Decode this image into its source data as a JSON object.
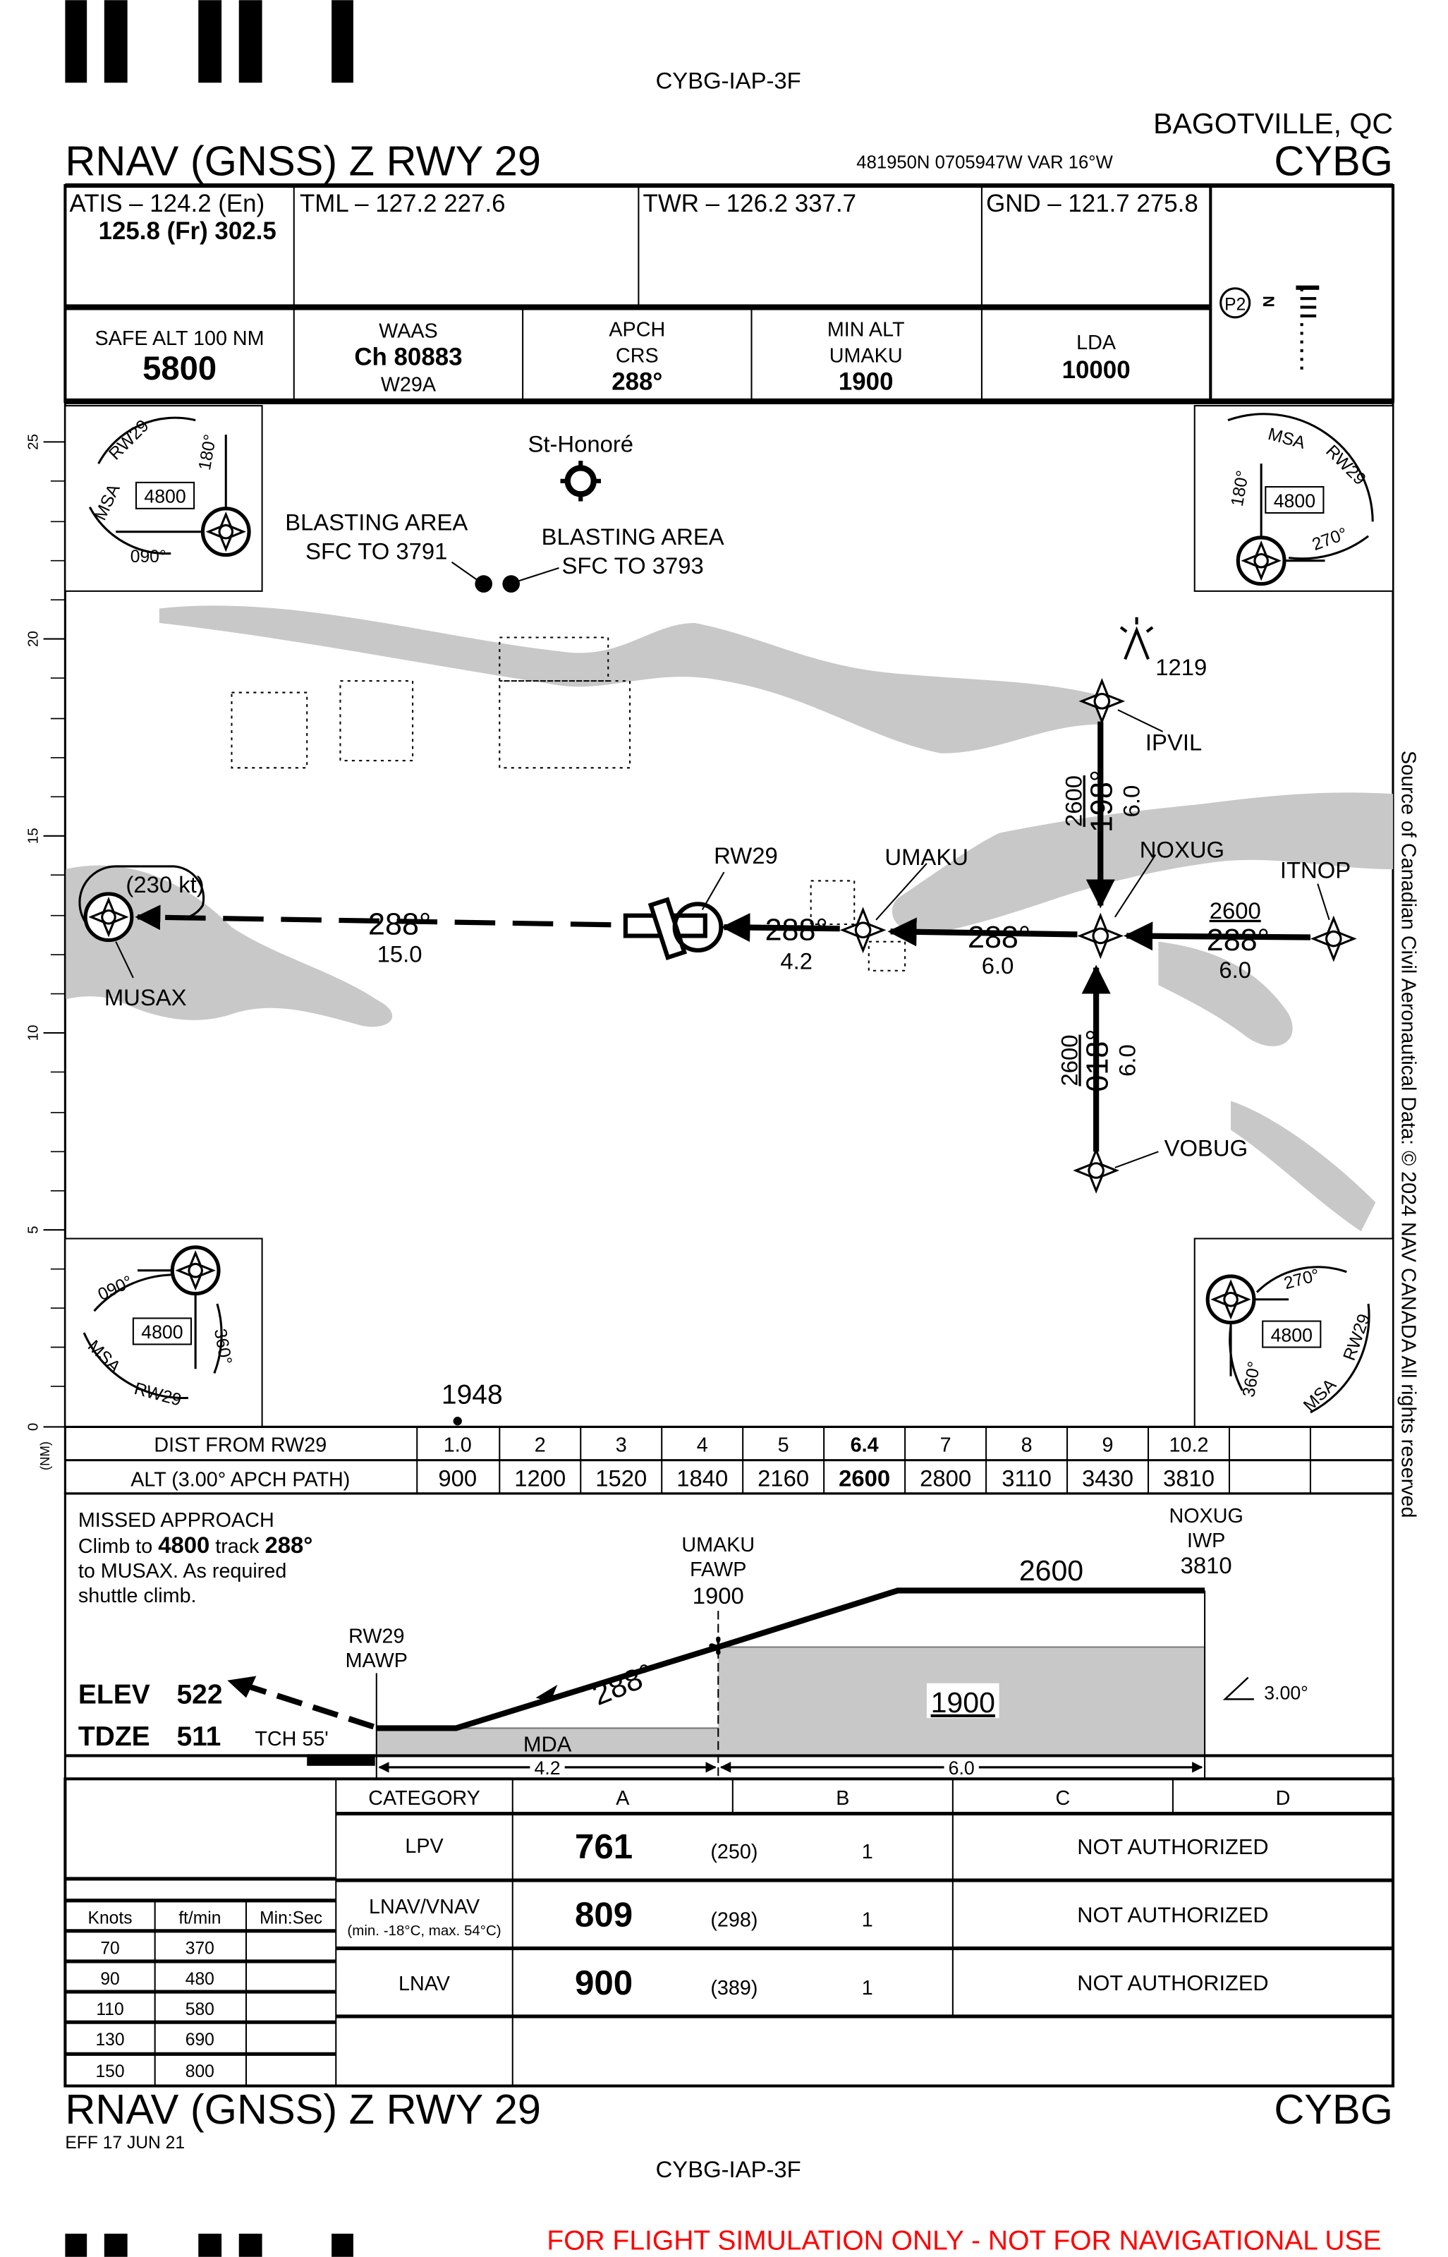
{
  "chart_id": "CYBG-IAP-3F",
  "header": {
    "title": "RNAV (GNSS) Z RWY 29",
    "location": "BAGOTVILLE, QC",
    "airport_id": "CYBG",
    "coords": "481950N  0705947W  VAR 16°W"
  },
  "frequencies": {
    "atis_line1": "ATIS – 124.2  (En)",
    "atis_line2": "125.8 (Fr)  302.5",
    "tml": "TML – 127.2  227.6",
    "twr": "TWR – 126.2  337.7",
    "gnd": "GND – 121.7  275.8"
  },
  "briefing": {
    "safe_alt_label": "SAFE ALT 100 NM",
    "safe_alt_value": "5800",
    "waas_label": "WAAS",
    "waas_channel": "Ch 80883",
    "waas_id": "W29A",
    "apch_label1": "APCH",
    "apch_label2": "CRS",
    "apch_value": "288°",
    "min_alt_label1": "MIN ALT",
    "min_alt_label2": "UMAKU",
    "min_alt_value": "1900",
    "lda_label": "LDA",
    "lda_value": "10000",
    "p2_label": "P2"
  },
  "plan_view": {
    "scale_ticks": [
      "0",
      "5",
      "10",
      "15",
      "20",
      "25"
    ],
    "scale_unit": "(NM)",
    "msa_label": "MSA",
    "msa_ref": "RW29",
    "msa_alt": "4800",
    "msa_bearings": [
      "090°",
      "180°",
      "270°",
      "360°"
    ],
    "st_honore": "St-Honoré",
    "blasting1_l1": "BLASTING AREA",
    "blasting1_l2": "SFC TO 3791",
    "blasting2_l1": "BLASTING AREA",
    "blasting2_l2": "SFC TO 3793",
    "obstacle": "1219",
    "spot_elev": "1948",
    "fixes": {
      "ipvil": "IPVIL",
      "noxug": "NOXUG",
      "itnop": "ITNOP",
      "vobug": "VOBUG",
      "umaku": "UMAKU",
      "rw29": "RW29",
      "musax": "MUSAX"
    },
    "hold_speed": "(230 kt)",
    "legs": {
      "musax_course": "288°",
      "musax_dist": "15.0",
      "rw29_course": "288°",
      "rw29_dist": "4.2",
      "umaku_course": "288°",
      "umaku_dist": "6.0",
      "itnop_alt": "2600",
      "itnop_course": "288°",
      "itnop_dist": "6.0",
      "ipvil_alt": "2600",
      "ipvil_course": "198°",
      "ipvil_dist": "6.0",
      "vobug_alt": "2600",
      "vobug_course": "018°",
      "vobug_dist": "6.0"
    },
    "copyright": "Source of Canadian Civil Aeronautical Data: © 2024 NAV CANADA All rights reserved"
  },
  "descent_table": {
    "dist_label": "DIST FROM RW29",
    "alt_label": "ALT (3.00° APCH PATH)",
    "dist": [
      "1.0",
      "2",
      "3",
      "4",
      "5",
      "6.4",
      "7",
      "8",
      "9",
      "10.2"
    ],
    "alt": [
      "900",
      "1200",
      "1520",
      "1840",
      "2160",
      "2600",
      "2800",
      "3110",
      "3430",
      "3810"
    ]
  },
  "profile": {
    "missed_l1": "MISSED APPROACH",
    "missed_l2a": "Climb to ",
    "missed_l2b": "4800",
    "missed_l2c": " track ",
    "missed_l2d": "288°",
    "missed_l3": "to MUSAX. As required",
    "missed_l4": "shuttle climb.",
    "umaku_name": "UMAKU",
    "umaku_type": "FAWP",
    "umaku_alt": "1900",
    "noxug_name": "NOXUG",
    "noxug_type": "IWP",
    "noxug_alt": "3810",
    "level_alt": "2600",
    "rw29_name": "RW29",
    "rw29_type": "MAWP",
    "elev_label": "ELEV",
    "elev_value": "522",
    "tdze_label": "TDZE",
    "tdze_value": "511",
    "tch": "TCH 55'",
    "course": "288°",
    "mda": "MDA",
    "min_alt_box": "1900",
    "gpa": "3.00°",
    "dist1": "4.2",
    "dist2": "6.0"
  },
  "minima": {
    "category_label": "CATEGORY",
    "cats": [
      "A",
      "B",
      "C",
      "D"
    ],
    "rows": [
      {
        "name": "LPV",
        "sub": "",
        "alt": "761",
        "hat": "(250)",
        "vis": "1",
        "cd": "NOT AUTHORIZED"
      },
      {
        "name": "LNAV/VNAV",
        "sub": "(min. -18°C, max. 54°C)",
        "alt": "809",
        "hat": "(298)",
        "vis": "1",
        "cd": "NOT AUTHORIZED"
      },
      {
        "name": "LNAV",
        "sub": "",
        "alt": "900",
        "hat": "(389)",
        "vis": "1",
        "cd": "NOT AUTHORIZED"
      }
    ],
    "rate_headers": [
      "Knots",
      "ft/min",
      "Min:Sec"
    ],
    "rates": [
      [
        "70",
        "370"
      ],
      [
        "90",
        "480"
      ],
      [
        "110",
        "580"
      ],
      [
        "130",
        "690"
      ],
      [
        "150",
        "800"
      ]
    ]
  },
  "footer": {
    "title": "RNAV (GNSS) Z RWY 29",
    "airport_id": "CYBG",
    "effective": "EFF 17 JUN 21",
    "chart_id": "CYBG-IAP-3F",
    "disclaimer": "FOR FLIGHT SIMULATION ONLY - NOT FOR NAVIGATIONAL USE",
    "disclaimer_color": "#ff0000"
  }
}
